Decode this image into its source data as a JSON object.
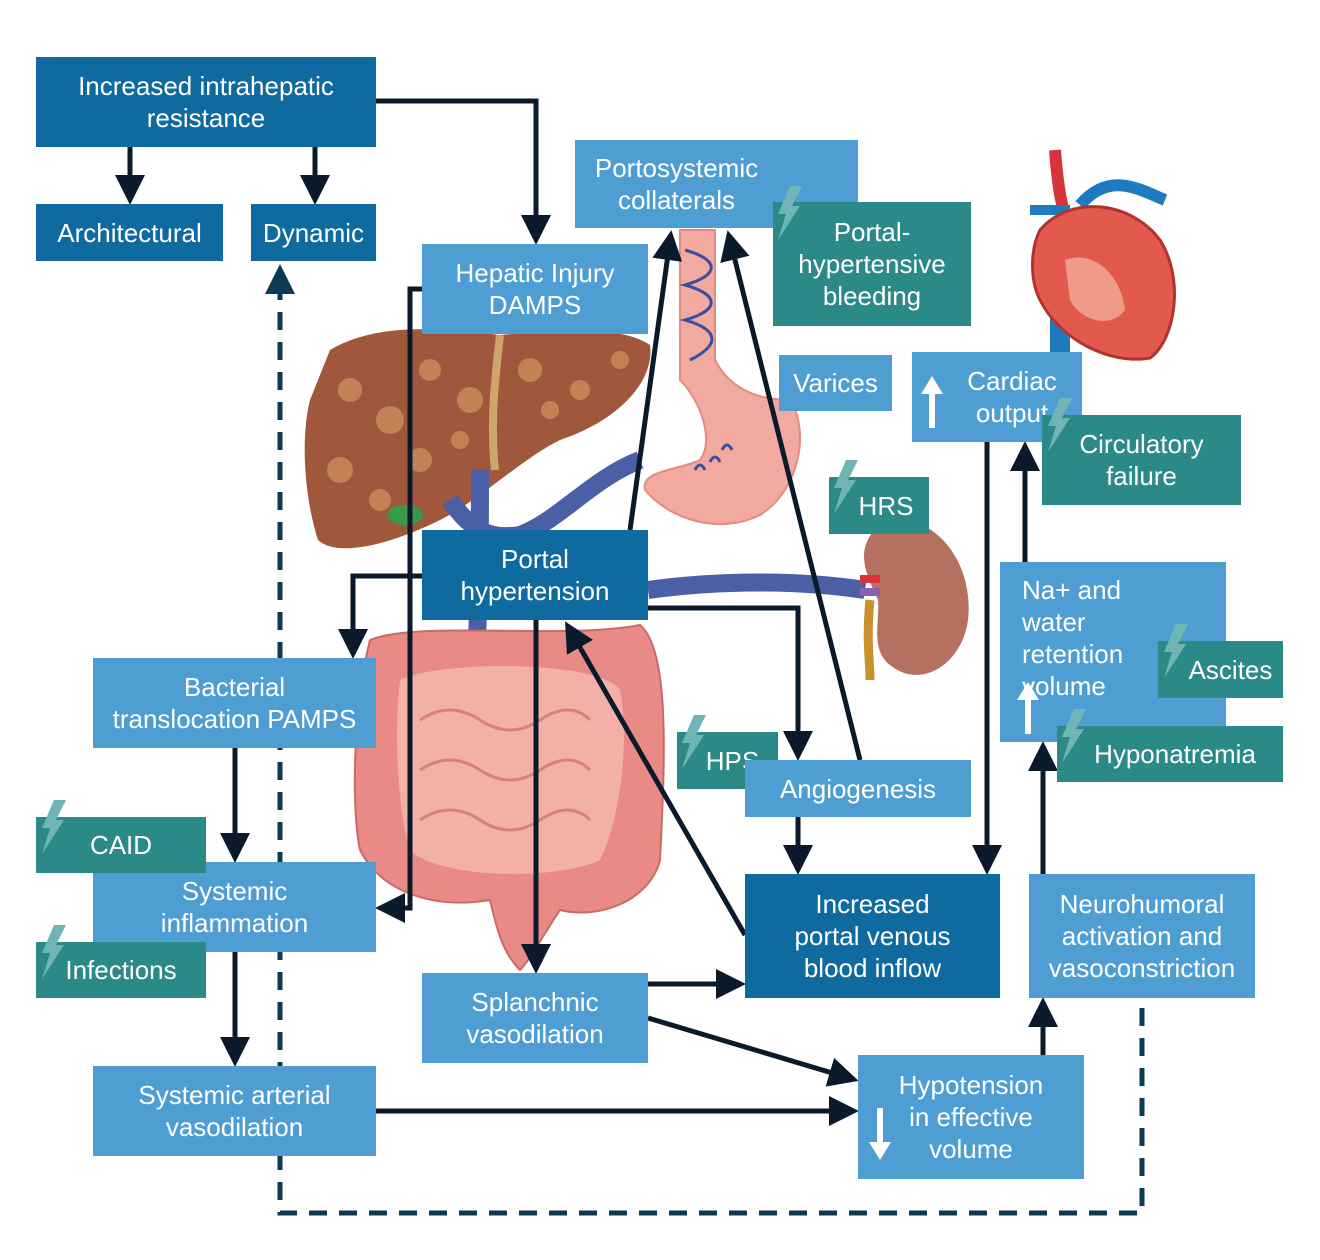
{
  "colors": {
    "dark_box": "#0f6a9f",
    "light_box": "#4e9ed4",
    "complication": "#2b8a87",
    "arrow": "#0b1a2a",
    "bolt": "#6fb5b5"
  },
  "boxes": {
    "intrahepatic": "Increased intrahepatic\nresistance",
    "architectural": "Architectural",
    "dynamic": "Dynamic",
    "portosystemic": "Portosystemic\ncollaterals",
    "bleeding": "Portal-\nhypertensive\nbleeding",
    "hepatic_injury": "Hepatic Injury\nDAMPS",
    "varices": "Varices",
    "cardiac_output": "Cardiac\noutput",
    "circulatory_failure": "Circulatory\nfailure",
    "hrs": "HRS",
    "portal_hypertension": "Portal\nhypertension",
    "na_water": "Na+ and\nwater\nretention\n      volume",
    "ascites": "Ascites",
    "bacterial": "Bacterial\ntranslocation PAMPS",
    "hps": "HPS",
    "angiogenesis": "Angiogenesis",
    "hyponatremia": "Hyponatremia",
    "caid": "CAID",
    "systemic_inflammation": "Systemic\ninflammation",
    "portal_inflow": "Increased\nportal venous\nblood inflow",
    "neurohumoral": "Neurohumoral\nactivation and\nvasoconstriction",
    "infections": "Infections",
    "splanchnic": "Splanchnic\nvasodilation",
    "hypotension": "Hypotension\nin effective\nvolume",
    "systemic_arterial": "Systemic arterial\nvasodilation"
  }
}
